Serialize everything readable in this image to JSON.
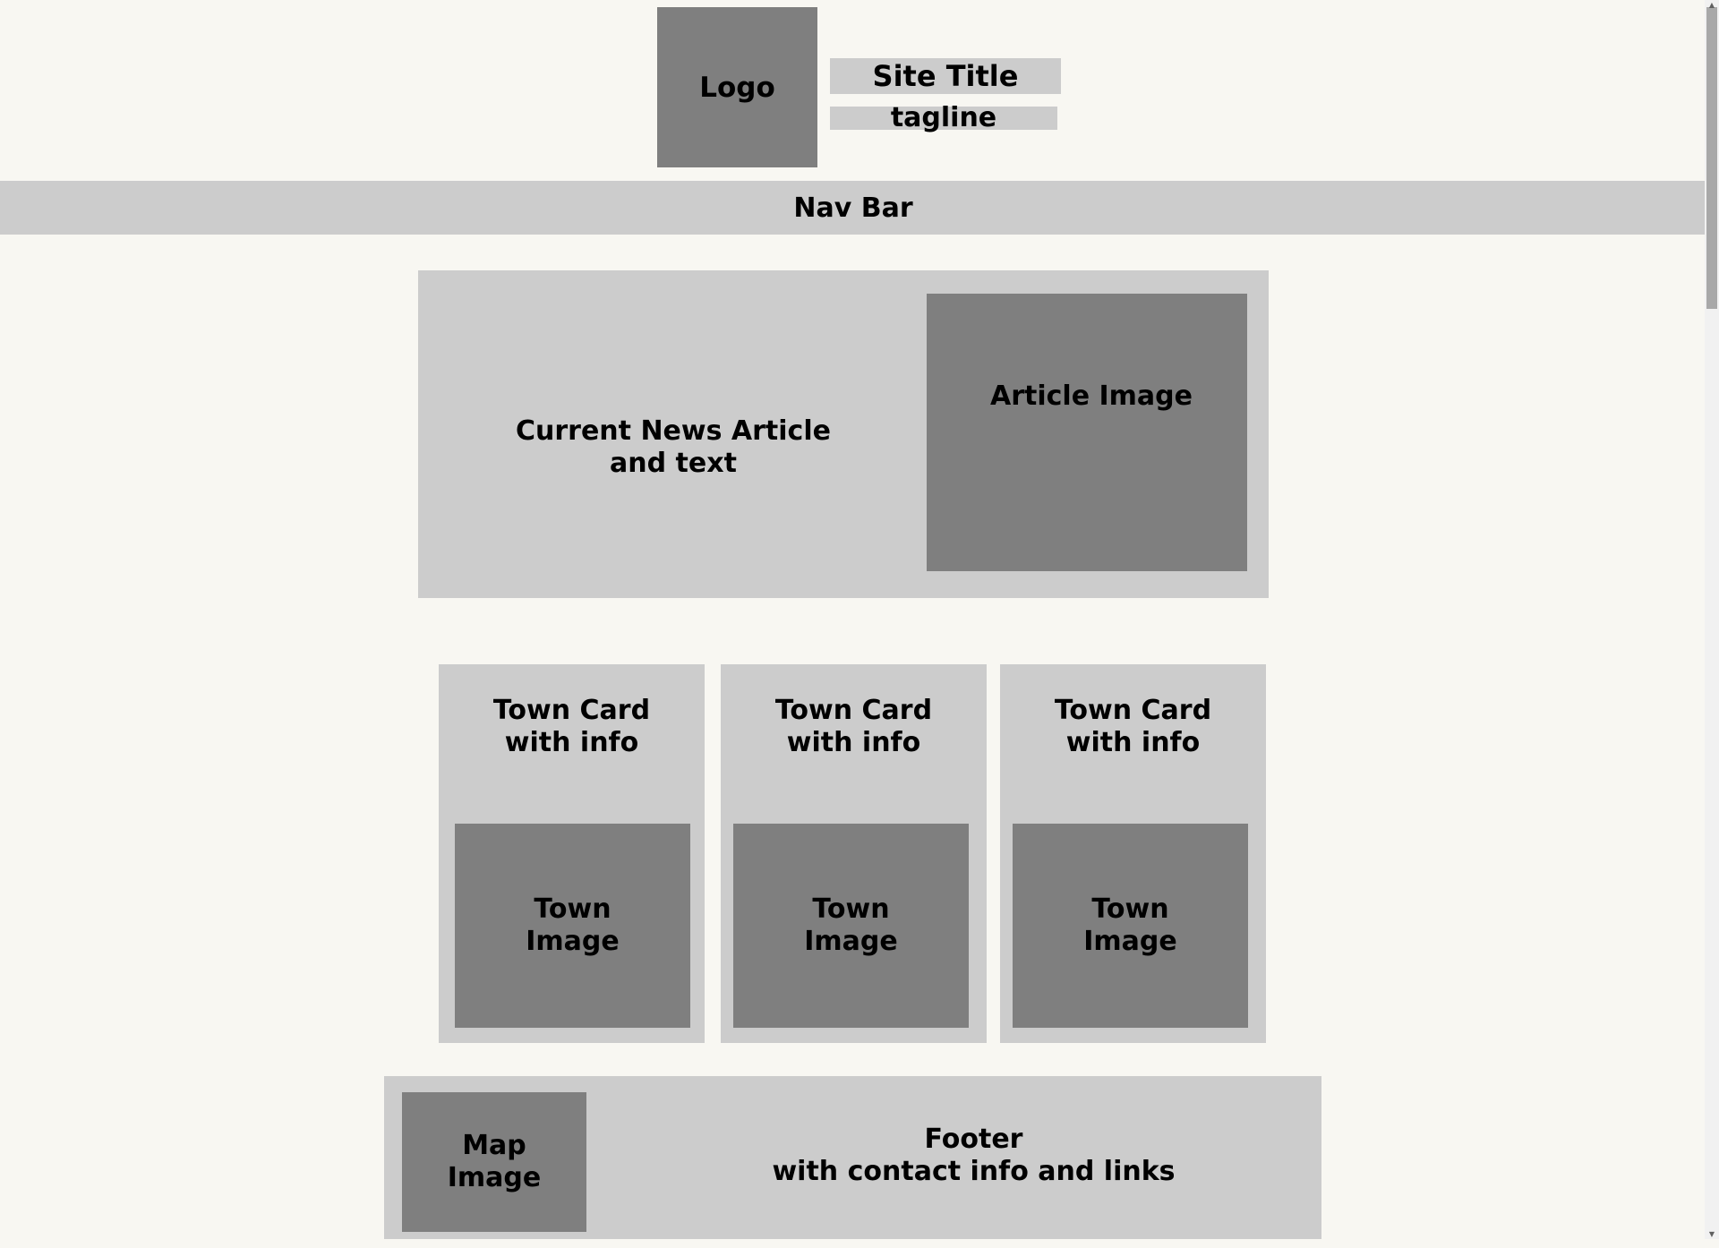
{
  "header": {
    "logo_label": "Logo",
    "site_title": "Site Title",
    "tagline": "tagline"
  },
  "nav": {
    "label": "Nav Bar"
  },
  "news": {
    "text": "Current News Article\nand text",
    "image_label": "Article Image"
  },
  "town_cards": [
    {
      "text": "Town Card\nwith info",
      "image_label": "Town\nImage"
    },
    {
      "text": "Town Card\nwith info",
      "image_label": "Town\nImage"
    },
    {
      "text": "Town Card\nwith info",
      "image_label": "Town\nImage"
    }
  ],
  "footer": {
    "map_label": "Map\nImage",
    "text": "Footer\nwith contact info and links"
  },
  "scrollbar": {
    "up_arrow": "▲",
    "down_arrow": "▼"
  },
  "colors": {
    "page_background": "#f8f7f2",
    "panel_light": "#cccccc",
    "panel_dark": "#7f7f7f",
    "text": "#000000"
  }
}
